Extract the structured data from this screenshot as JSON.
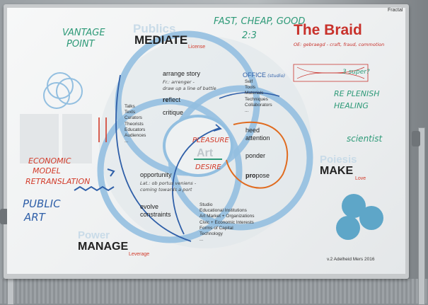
{
  "corner_label": "Fractal",
  "publics_watermark": "Publics",
  "mediate": "MEDIATE",
  "license": "License",
  "arrange_story": "arrange story",
  "fr_arrenger": "Fr.: arrenger -",
  "draw_line": "draw up a line of battle",
  "reflect_a": "re",
  "reflect_b": "flect",
  "critique": "critique",
  "talks_list": [
    "Talks",
    "Texts",
    "Curators",
    "Theorists",
    "Educators",
    "Audiences",
    "..."
  ],
  "office_a": "OFFICE",
  "office_b": " (studio)",
  "office_list": [
    "Self",
    "Tools",
    "Materials",
    "Techniques",
    "Collaborators",
    "..."
  ],
  "heed": "heed",
  "attention": "attention",
  "ponder": "ponder",
  "propose_a": "pro",
  "propose_b": "pose",
  "pleasure": "PLEASURE",
  "art": "Art",
  "desire": "DESIRE",
  "opportunity": "opportunity",
  "lat_a": "Lat.: ob portus veniens -",
  "lat_b": "coming towards a port",
  "evolve": "evolve",
  "constraints": "constraints",
  "studio_list": [
    "Studio",
    "Educational Institutions",
    "Art Market + Organizations",
    "Civic + Economic Interests",
    "Forms of Capital",
    "Technology",
    "..."
  ],
  "poiesis_watermark": "Poiesis",
  "make": "MAKE",
  "love": "Love",
  "power_watermark": "Power",
  "manage": "MANAGE",
  "leverage": "Leverage",
  "title_braid": "The Braid",
  "oe": "OE: gebraegd - craft, fraud, commotion",
  "braid_super": "3 super?",
  "fast": "FAST, CHEAP, GOOD",
  "ratio": "2:3",
  "vantage_a": "VANTAGE",
  "vantage_b": "POINT",
  "replenish": "RE PLENISH",
  "healing": "HEALING",
  "scientist": "scientist",
  "economic_a": "ECONOMIC",
  "economic_b": "MODEL",
  "retranslation": "RETRANSLATION",
  "public_a": "PUBLIC",
  "public_b": "ART",
  "attrib": "v.2  Adelheid Mers 2016",
  "colors": {
    "blue_hl": "#93bfe0",
    "blue_pen": "#2f5fa8",
    "green_pen": "#2e9a78",
    "red_pen": "#d23b2a",
    "orange_pen": "#e06b1f",
    "braid_red": "#c8312b"
  }
}
